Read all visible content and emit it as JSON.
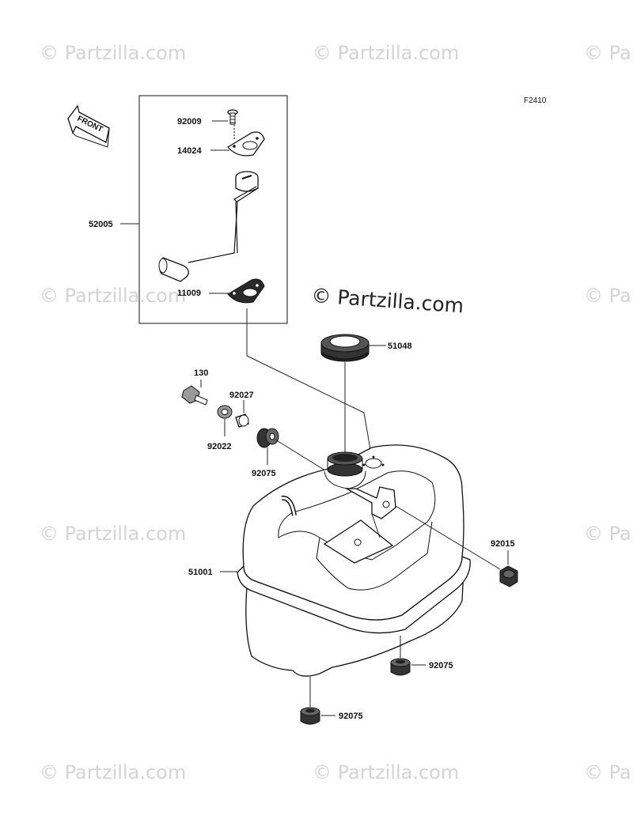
{
  "figure_code": "F2410",
  "front_label": "FRONT",
  "watermark": "© Partzilla.com",
  "parts": {
    "p92009": "92009",
    "p14024": "14024",
    "p52005": "52005",
    "p11009": "11009",
    "p51048": "51048",
    "p130": "130",
    "p92027": "92027",
    "p92022": "92022",
    "p92075a": "92075",
    "p92015": "92015",
    "p51001": "51001",
    "p92075b": "92075",
    "p92075c": "92075"
  }
}
